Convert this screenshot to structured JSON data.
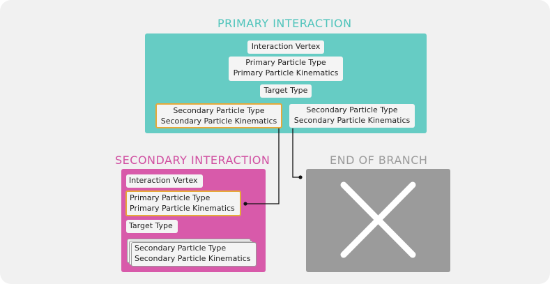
{
  "colors": {
    "background": "#f1f1f1",
    "primary_panel": "#66ccc4",
    "primary_title": "#4fc4bb",
    "secondary_panel": "#d85aaa",
    "secondary_title": "#d04fa1",
    "end_panel": "#9b9b9b",
    "end_title": "#9b9b9b",
    "highlight_border": "#e6a93a",
    "chip": "#f4f4f4",
    "connector": "#111111"
  },
  "primary": {
    "title": "PRIMARY INTERACTION",
    "interaction_vertex": "Interaction Vertex",
    "particle_type": "Primary Particle Type",
    "particle_kinematics": "Primary Particle Kinematics",
    "target_type": "Target Type",
    "secondary_a": {
      "type": "Secondary Particle Type",
      "kinematics": "Secondary Particle Kinematics"
    },
    "secondary_b": {
      "type": "Secondary Particle Type",
      "kinematics": "Secondary Particle Kinematics"
    }
  },
  "secondary": {
    "title": "SECONDARY INTERACTION",
    "interaction_vertex": "Interaction Vertex",
    "particle_type": "Primary Particle Type",
    "particle_kinematics": "Primary Particle Kinematics",
    "target_type": "Target Type",
    "stack": {
      "type": "Secondary Particle Type",
      "kinematics": "Secondary Particle Kinematics"
    }
  },
  "end": {
    "title": "END OF BRANCH",
    "icon": "x-icon"
  }
}
